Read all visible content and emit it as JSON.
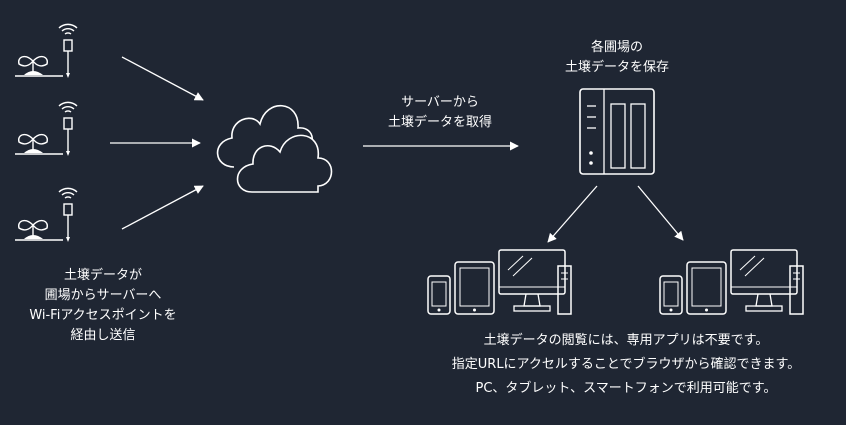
{
  "colors": {
    "background": "#1f2633",
    "stroke": "#ffffff"
  },
  "icons": {
    "sensors": "plant-sensor-wifi-icon",
    "cloud": "cloud-icon",
    "server": "nas-server-icon",
    "devices": "phone-tablet-desktop-icon"
  },
  "labels": {
    "sensor_caption": [
      "土壌データが",
      "圃場からサーバーへ",
      "Wi-Fiアクセスポイントを",
      "経由し送信"
    ],
    "fetch_caption": [
      "サーバーから",
      "土壌データを取得"
    ],
    "server_caption": [
      "各圃場の",
      "土壌データを保存"
    ],
    "footer": [
      "土壌データの閲覧には、専用アプリは不要です。",
      "指定URLにアクセルすることでブラウザから確認できます。",
      "PC、タブレット、スマートフォンで利用可能です。"
    ]
  }
}
